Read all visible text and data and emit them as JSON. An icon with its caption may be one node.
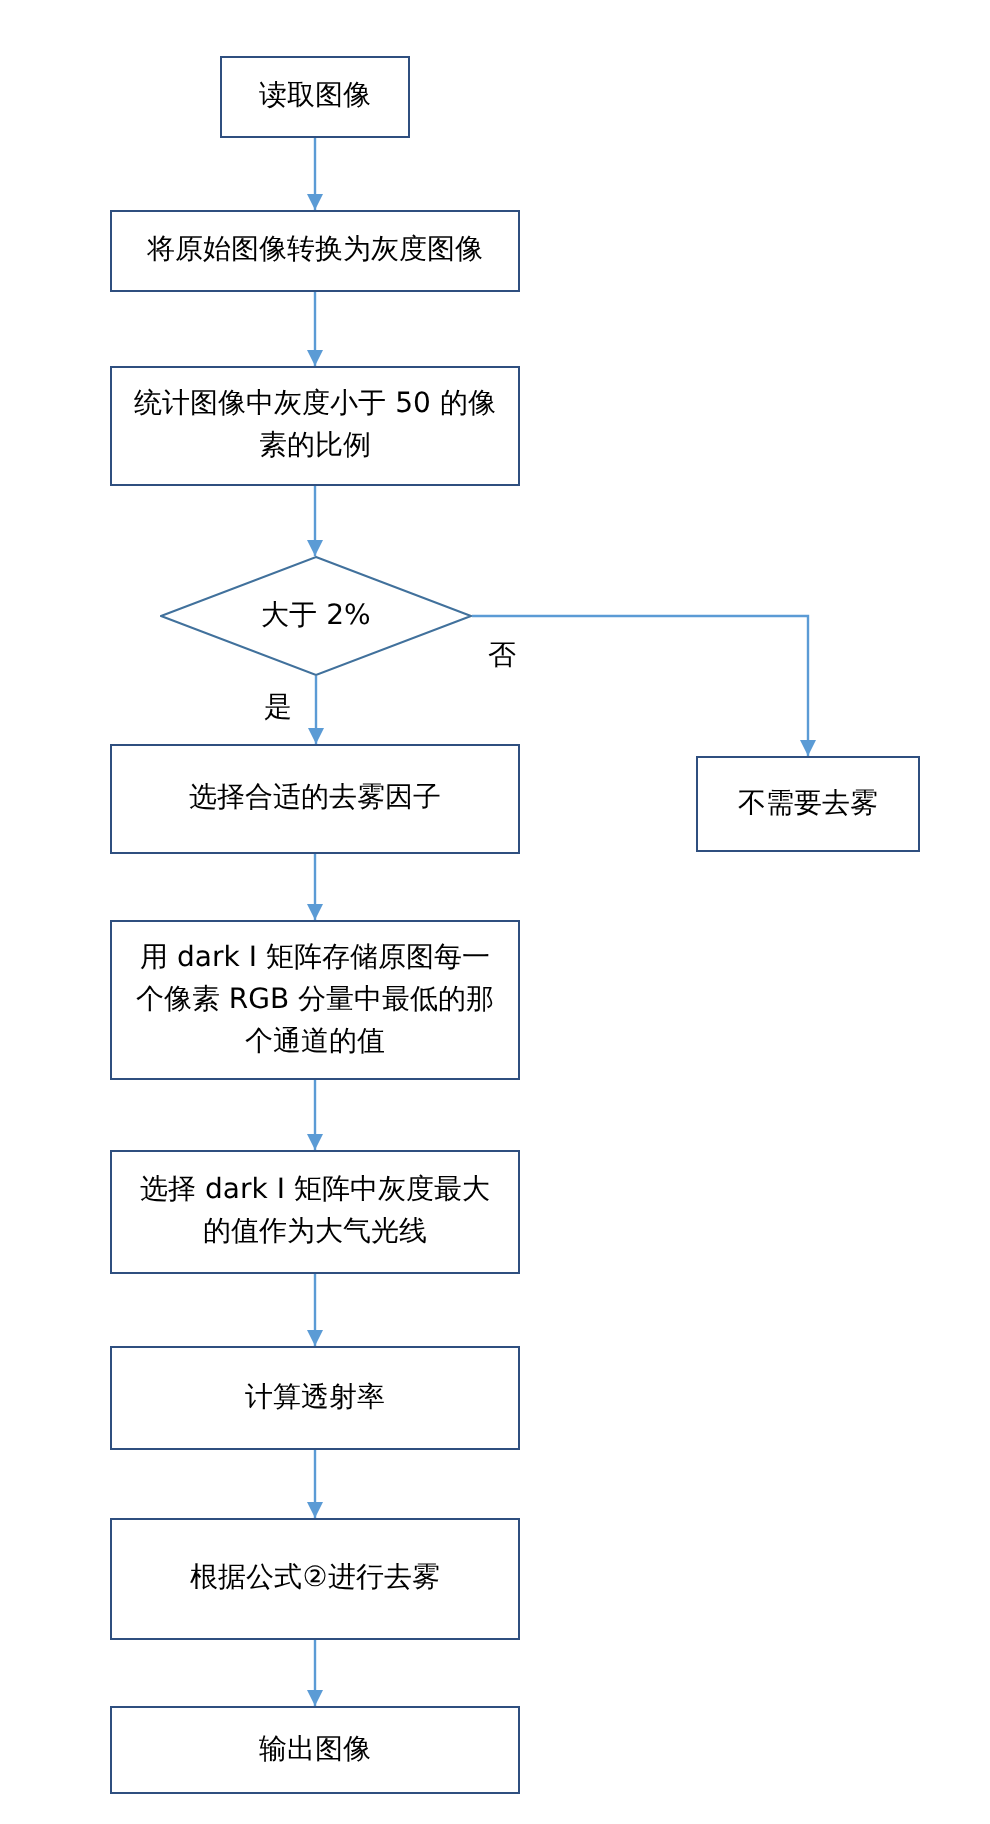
{
  "diagram": {
    "nodes": [
      {
        "text": [
          "读取图像"
        ]
      },
      {
        "text": [
          "将原始图像转换为灰度图像"
        ]
      },
      {
        "text": [
          "统计图像中灰度小于 50 的像素的比例"
        ]
      },
      {
        "text": [
          "大于 2%"
        ]
      },
      {
        "text": [
          "选择合适的去雾因子"
        ]
      },
      {
        "text": [
          "不需要去雾"
        ]
      },
      {
        "text": [
          "用 dark I 矩阵存储原图每一个像素 RGB 分量中最低的那个通道的值"
        ]
      },
      {
        "text": [
          "选择 dark I 矩阵中灰度最大的值作为大气光线"
        ]
      },
      {
        "text": [
          "计算透射率"
        ]
      },
      {
        "text": [
          "根据公式②进行去雾"
        ]
      },
      {
        "text": [
          "输出图像"
        ]
      }
    ],
    "edges": [
      {
        "from": 0,
        "to": 1,
        "arrow": "to"
      },
      {
        "from": 1,
        "to": 2,
        "arrow": "to"
      },
      {
        "from": 2,
        "to": 3,
        "arrow": "to"
      },
      {
        "from": 3,
        "to": 4,
        "arrow": "to",
        "label": "是"
      },
      {
        "from": 3,
        "to": 5,
        "arrow": "to",
        "label": "否"
      },
      {
        "from": 4,
        "to": 6,
        "arrow": "to"
      },
      {
        "from": 6,
        "to": 7,
        "arrow": "to"
      },
      {
        "from": 7,
        "to": 8,
        "arrow": "to"
      },
      {
        "from": 8,
        "to": 9,
        "arrow": "to"
      },
      {
        "from": 9,
        "to": 10,
        "arrow": "to"
      }
    ]
  }
}
